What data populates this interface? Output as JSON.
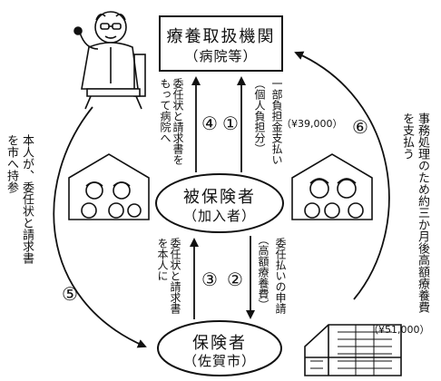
{
  "nodes": {
    "provider": {
      "title": "療養取扱機関",
      "sub": "（病院等）"
    },
    "insured": {
      "title": "被保険者",
      "sub": "（加入者）"
    },
    "insurer": {
      "title": "保険者",
      "sub": "（佐賀市）"
    }
  },
  "steps": [
    {
      "number": "①",
      "text": "一部負担金支払い",
      "note": "（個人負担分）"
    },
    {
      "number": "②",
      "text": "委任払いの申請",
      "note": "（高額療養費）"
    },
    {
      "number": "③",
      "text": "委任状と請求書を本人に"
    },
    {
      "number": "④",
      "text": "委任状と請求書をもって病院へ"
    },
    {
      "number": "⑤",
      "text": "本人が、委任状と請求書を市へ持参"
    },
    {
      "number": "⑥",
      "text": "事務処理のため約三か月後高額療養費を支払う"
    }
  ],
  "amounts": {
    "copay": "（¥39,000）",
    "benefit": "（¥51,000）"
  },
  "icons": {
    "doctor": "doctor-with-stethoscope-illustration",
    "family": "family-house-illustration",
    "building": "city-hall-building-illustration"
  }
}
